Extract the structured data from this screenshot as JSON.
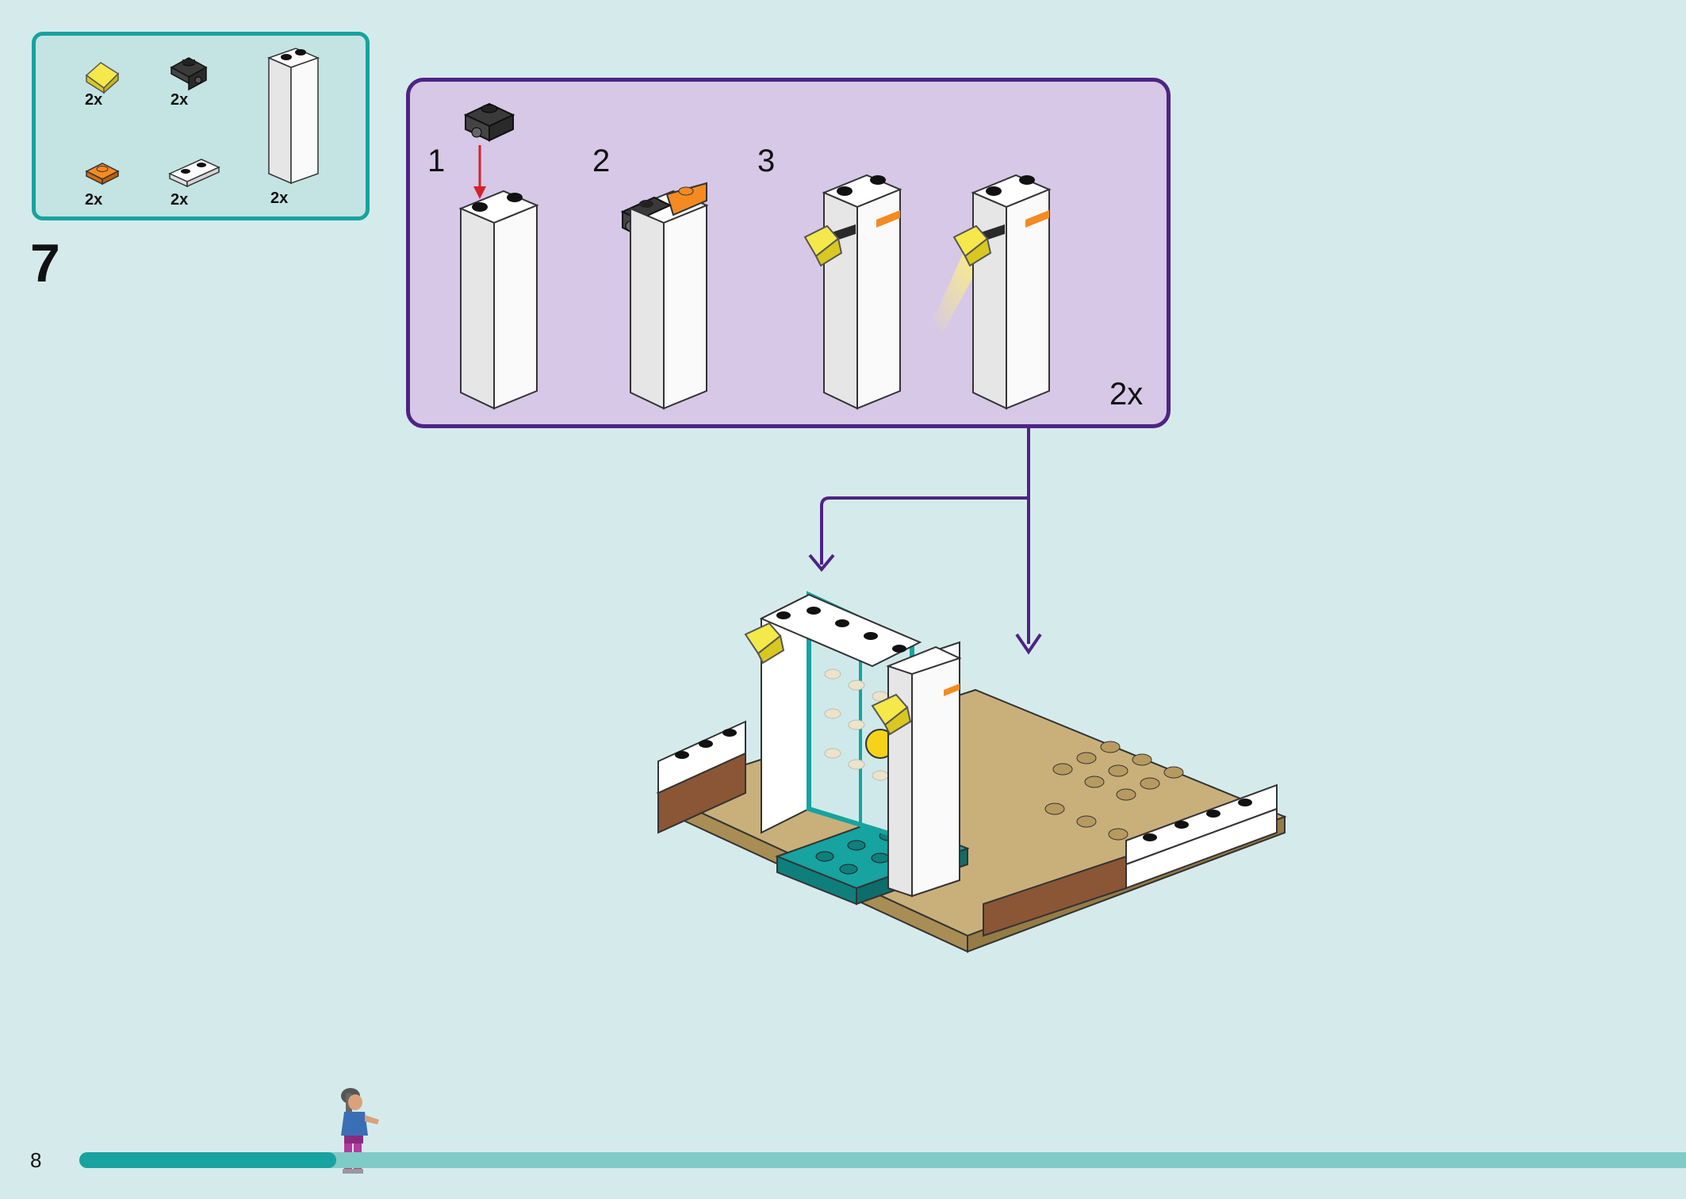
{
  "parts_list": {
    "items": [
      {
        "icon": "yellow-transparent-slope-icon",
        "qty": "2x"
      },
      {
        "icon": "black-bracket-plate-icon",
        "qty": "2x"
      },
      {
        "icon": "white-tall-brick-icon",
        "qty": "2x"
      },
      {
        "icon": "orange-plate-icon",
        "qty": "2x"
      },
      {
        "icon": "white-plate-icon",
        "qty": "2x"
      }
    ]
  },
  "step": {
    "number": "7"
  },
  "sub_assembly": {
    "steps": [
      "1",
      "2",
      "3"
    ],
    "multiplier": "2x"
  },
  "colors": {
    "accent_teal": "#17a3a0",
    "sub_assembly_border": "#4e2385",
    "sub_assembly_fill": "#d6c8e6",
    "arrow_red": "#d2232a",
    "arrow_purple": "#4e2385"
  },
  "footer": {
    "page_number": "8",
    "progress_fraction": 0.16
  }
}
